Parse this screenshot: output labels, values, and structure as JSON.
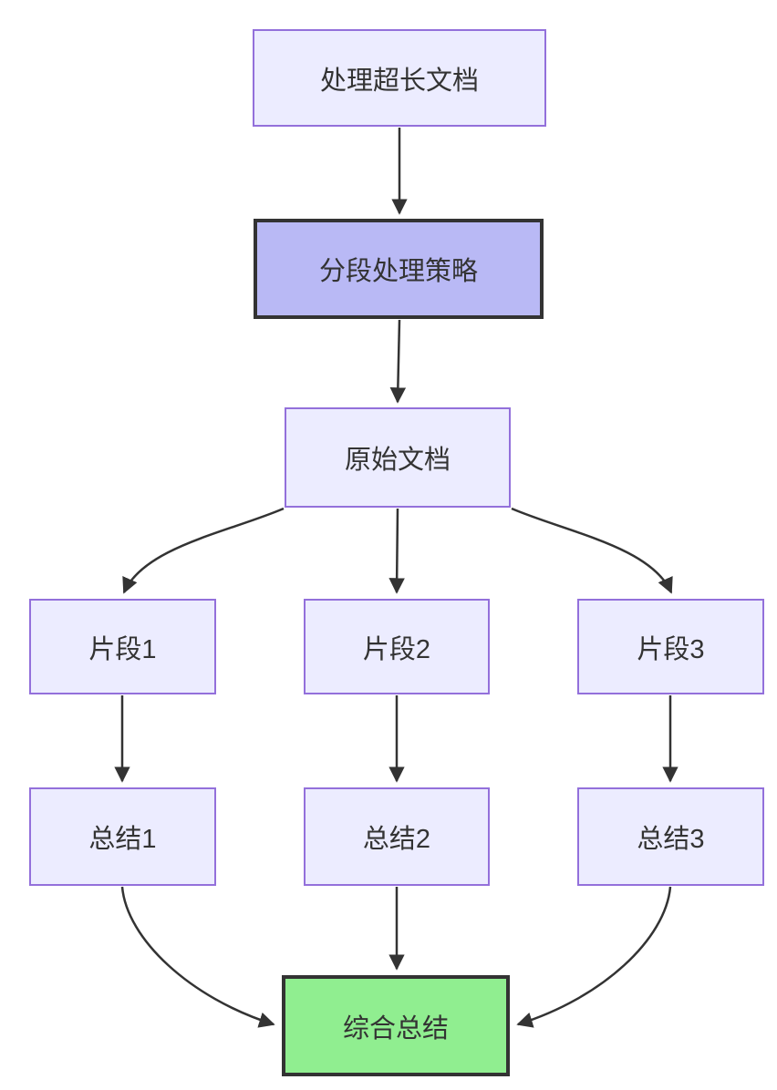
{
  "diagram": {
    "type": "flowchart",
    "direction": "top-down",
    "nodes": [
      {
        "id": "A",
        "label": "处理超长文档",
        "style": "default"
      },
      {
        "id": "B",
        "label": "分段处理策略",
        "style": "emphasis"
      },
      {
        "id": "C",
        "label": "原始文档",
        "style": "default"
      },
      {
        "id": "D",
        "label": "片段1",
        "style": "default"
      },
      {
        "id": "E",
        "label": "片段2",
        "style": "default"
      },
      {
        "id": "F",
        "label": "片段3",
        "style": "default"
      },
      {
        "id": "G",
        "label": "总结1",
        "style": "default"
      },
      {
        "id": "H",
        "label": "总结2",
        "style": "default"
      },
      {
        "id": "I",
        "label": "总结3",
        "style": "default"
      },
      {
        "id": "J",
        "label": "综合总结",
        "style": "success"
      }
    ],
    "edges": [
      {
        "from": "处理超长文档",
        "to": "分段处理策略"
      },
      {
        "from": "分段处理策略",
        "to": "原始文档"
      },
      {
        "from": "原始文档",
        "to": "片段1"
      },
      {
        "from": "原始文档",
        "to": "片段2"
      },
      {
        "from": "原始文档",
        "to": "片段3"
      },
      {
        "from": "片段1",
        "to": "总结1"
      },
      {
        "from": "片段2",
        "to": "总结2"
      },
      {
        "from": "片段3",
        "to": "总结3"
      },
      {
        "from": "总结1",
        "to": "综合总结"
      },
      {
        "from": "总结2",
        "to": "综合总结"
      },
      {
        "from": "总结3",
        "to": "综合总结"
      }
    ],
    "colors": {
      "background": "#ffffff",
      "node_fill": "#ECECFF",
      "node_border": "#9370DB",
      "emphasis_fill": "#b9b9f5",
      "emphasis_border": "#333333",
      "success_fill": "#90EE90",
      "success_border": "#333333",
      "edge_stroke": "#333333",
      "text": "#333333"
    }
  }
}
